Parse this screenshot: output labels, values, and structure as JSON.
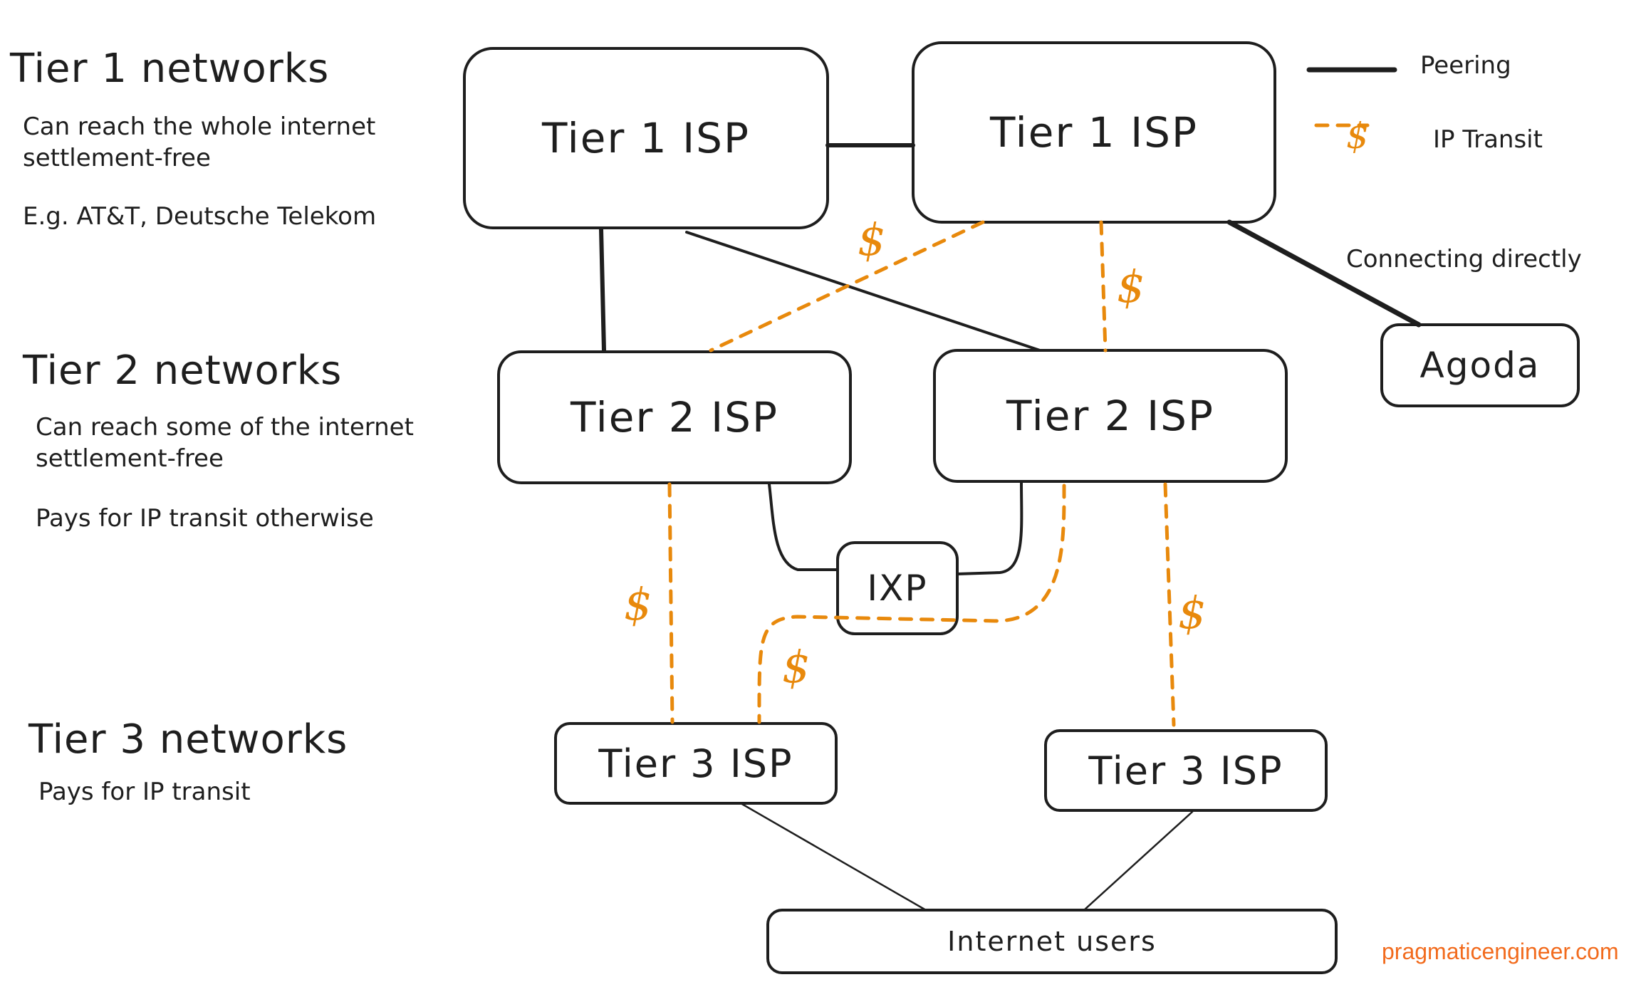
{
  "colors": {
    "ink": "#1e1e1e",
    "transit": "#e8890c",
    "brand": "#f26b1d",
    "background": "#ffffff"
  },
  "tiers": {
    "tier1": {
      "heading": "Tier 1 networks",
      "notes": "Can reach the whole internet\nsettlement-free",
      "example": "E.g. AT&T, Deutsche Telekom"
    },
    "tier2": {
      "heading": "Tier 2 networks",
      "notes": "Can reach some of the internet\nsettlement-free",
      "extra": "Pays for IP transit otherwise"
    },
    "tier3": {
      "heading": "Tier 3 networks",
      "notes": "Pays for IP transit"
    }
  },
  "nodes": {
    "tier1_left": "Tier 1 ISP",
    "tier1_right": "Tier 1 ISP",
    "tier2_left": "Tier 2 ISP",
    "tier2_right": "Tier 2 ISP",
    "ixp": "IXP",
    "tier3_left": "Tier 3 ISP",
    "tier3_right": "Tier 3 ISP",
    "agoda": "Agoda",
    "users": "Internet users"
  },
  "legend": {
    "peering": "Peering",
    "transit": "IP Transit",
    "symbol": "$"
  },
  "annotations": {
    "direct": "Connecting directly"
  },
  "transit_marks": [
    "$",
    "$",
    "$",
    "$",
    "$"
  ],
  "brand": "pragmaticengineer.com"
}
